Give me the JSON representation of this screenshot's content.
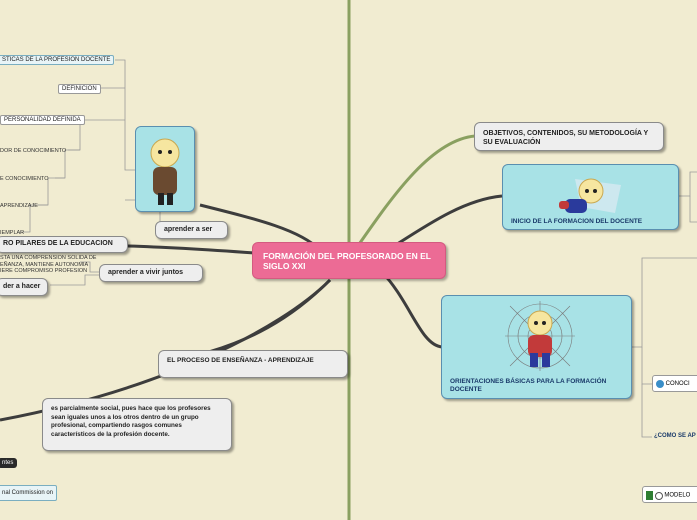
{
  "central": {
    "title": "FORMACIÓN DEL PROFESORADO EN EL SIGLO XXI"
  },
  "nodes": {
    "objetivos": "OBJETIVOS, CONTENIDOS, SU METODOLOGÍA Y SU EVALUACIÓN",
    "inicio": "INICIO DE LA FORMACION DEL DOCENTE",
    "orientaciones": "ORIENTACIONES BÁSICAS PARA LA FORMACIÓN DOCENTE",
    "proceso": "EL PROCESO DE ENSEÑANZA - APRENDIZAJE",
    "social": "es parcialmente social, pues hace que los profesores sean iguales unos a los otros dentro de un grupo profesional, compartiendo rasgos comunes característicos de la profesión docente.",
    "aprender_ser": "aprender a ser",
    "aprender_vivir": "aprender a vivir juntos",
    "aprender_hacer": "der a hacer",
    "pilares": "RO PILARES DE LA EDUCACION"
  },
  "left_items": [
    "STICAS DE LA PROFESION DOCENTE",
    "DEFINICION",
    "PERSONALIDAD DEFINIDA",
    "DOR DE CONOCIMIENTO",
    "E CONOCIMIENTO",
    "APRENDIZAJE",
    "IEMPLAR"
  ],
  "pilares_desc": [
    "STA UNA COMPRENSION SOLIDA DE",
    "EÑANZA, MANTIENE AUTONOMIA",
    "IERE COMPROMISO PROFESION"
  ],
  "bottom_left": {
    "dark": "ntes",
    "commission": "nal Commission on"
  },
  "right_edge": {
    "conoci": "CONOCI",
    "como": "¿COMO SE AP",
    "modelo": "MODELO"
  },
  "colors": {
    "background": "#f1ecd1",
    "central": "#ec6b95",
    "teal": "#a8e2e6",
    "branch": "#3d3d3d",
    "green_branch": "#7d9b4f"
  }
}
